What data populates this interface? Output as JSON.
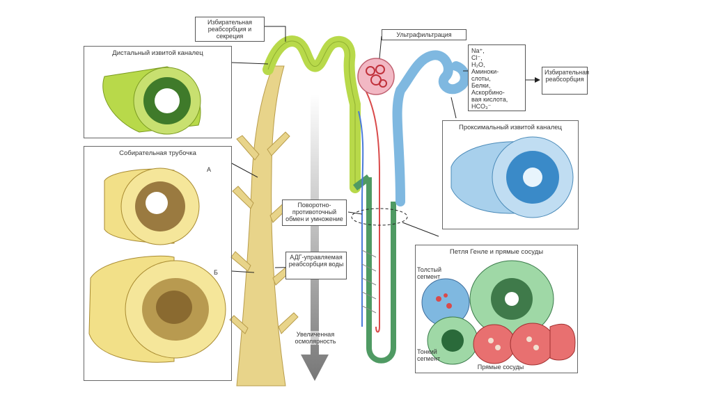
{
  "labels": {
    "selective_reabsorption_secretion": "Избирательная реабсорбция и секреция",
    "ultrafiltration": "Ультрафильтрация",
    "distal_convoluted_tubule": "Дистальный извитой каналец",
    "collecting_duct": "Собирательная трубочка",
    "collecting_a": "А",
    "collecting_b": "Б",
    "countercurrent": "Поворотно-противоточный обмен и умножение",
    "adh_reabsorption": "АДГ-управляемая реабсорбция воды",
    "increased_osmolarity": "Увеличенная осмолярность",
    "selective_reabsorption": "Избирательная реабсорбция",
    "proximal_convoluted_tubule": "Проксимальный извитой каналец",
    "loop_of_henle": "Петля Генле и прямые сосуды",
    "thick_segment": "Толстый сегмент",
    "thin_segment": "Тонкий сегмент",
    "vasa_recta": "Прямые сосуды"
  },
  "ions": [
    "Na⁺,",
    "Cl⁻,",
    "H₂O,",
    "Аминоки-",
    "слоты,",
    "Белки,",
    "Аскорбино-",
    "вая кислота,",
    "HCO₃⁻"
  ],
  "colors": {
    "distal": "#b8d94a",
    "collecting": "#e8d48a",
    "proximal": "#7fb8e0",
    "loop": "#4f9a63",
    "artery": "#d94a4a",
    "glomerulus": "#f2b8c4"
  }
}
